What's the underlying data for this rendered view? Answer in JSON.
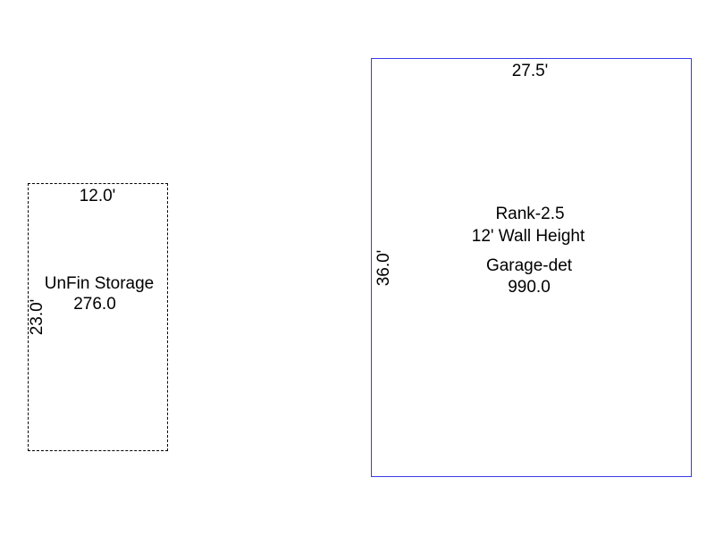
{
  "rooms": [
    {
      "name": "UnFin Storage",
      "area": "276.0",
      "width_label": "12.0'",
      "length_label": "23.0'",
      "border_style": "dashed",
      "border_color": "#000000"
    },
    {
      "name": "Garage-det",
      "area": "990.0",
      "rank": "Rank-2.5",
      "wall_height": "12' Wall Height",
      "width_label": "27.5'",
      "length_label": "36.0'",
      "border_style": "solid",
      "border_color": "#3a3ae8"
    }
  ]
}
